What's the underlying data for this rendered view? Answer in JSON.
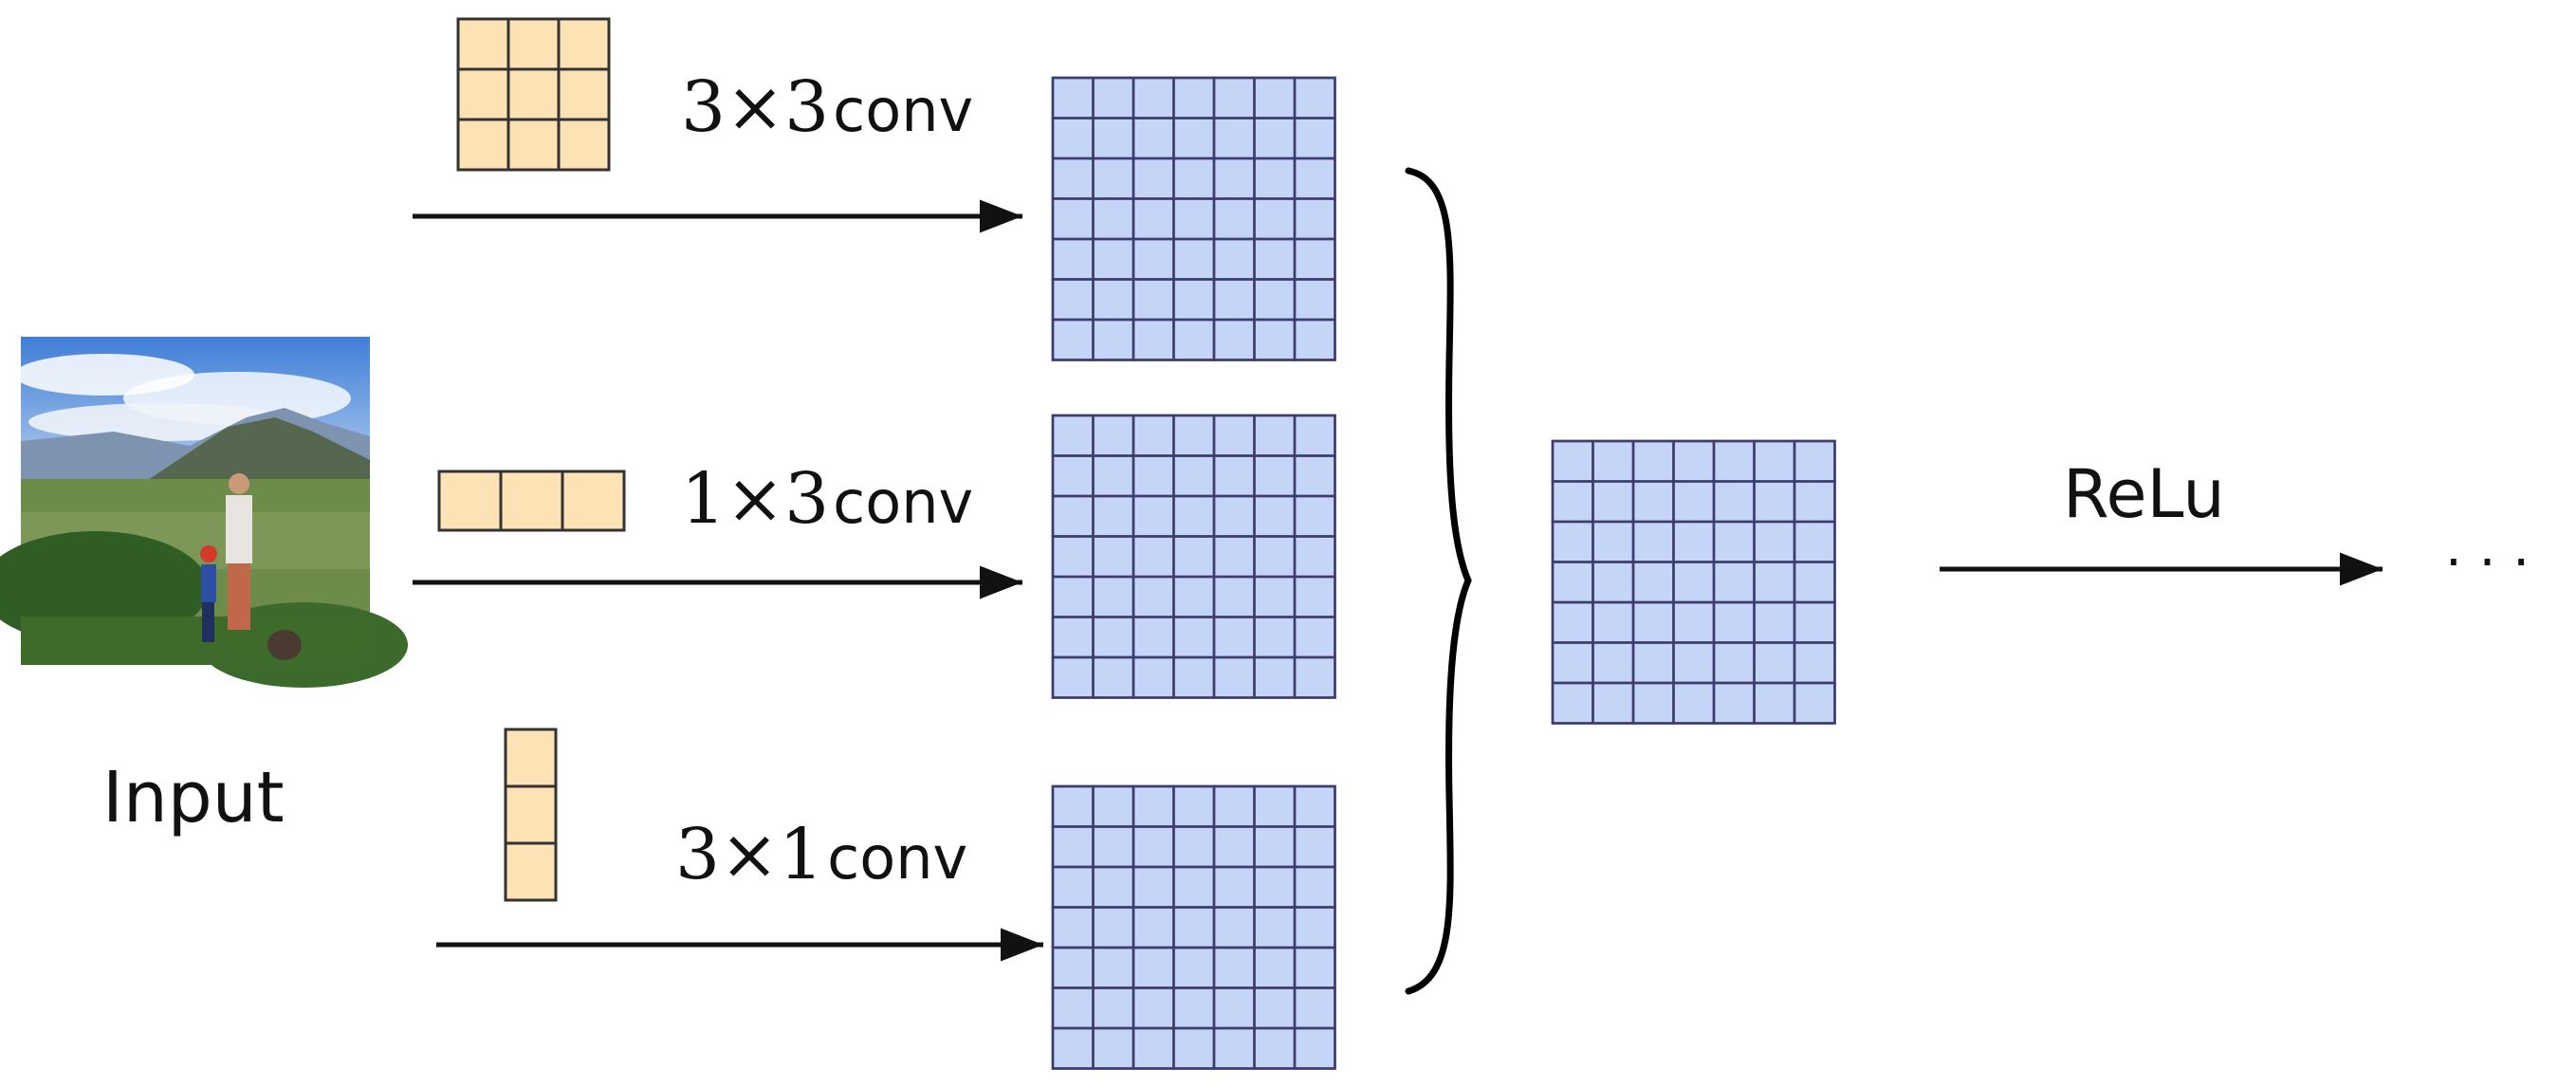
{
  "input": {
    "label": "Input"
  },
  "branches": [
    {
      "kernel_rows": 3,
      "kernel_cols": 3,
      "label_prefix": "3×3",
      "label_suffix": "conv"
    },
    {
      "kernel_rows": 1,
      "kernel_cols": 3,
      "label_prefix": "1×3",
      "label_suffix": "conv"
    },
    {
      "kernel_rows": 3,
      "kernel_cols": 1,
      "label_prefix": "3×1",
      "label_suffix": "conv"
    }
  ],
  "feature_map": {
    "rows": 7,
    "cols": 7
  },
  "activation": {
    "label": "ReLu"
  },
  "continuation": "· · ·",
  "colors": {
    "kernel_fill": "#fde2b6",
    "kernel_stroke": "#333333",
    "map_fill": "#c5d5f7",
    "map_stroke": "#3c3c6e",
    "arrow": "#111111",
    "text": "#111111"
  }
}
